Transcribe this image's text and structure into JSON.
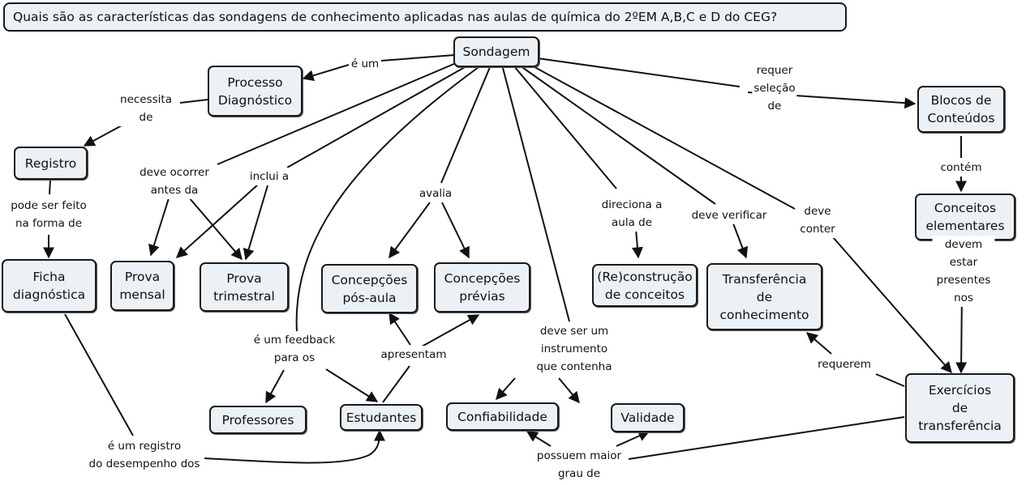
{
  "title": "Quais são as características das sondagens de conhecimento aplicadas nas aulas de química do 2ºEM A,B,C e D do CEG?",
  "nodes": {
    "sondagem": "Sondagem",
    "processo": "Processo\nDiagnóstico",
    "registro": "Registro",
    "ficha": "Ficha\ndiagnóstica",
    "prova_mensal": "Prova\nmensal",
    "prova_trimestral": "Prova\ntrimestral",
    "concepcoes_pos": "Concepções\npós-aula",
    "concepcoes_previas": "Concepções\nprévias",
    "reconstrucao": "(Re)construção\nde conceitos",
    "transferencia": "Transferência\nde\nconhecimento",
    "blocos": "Blocos de\nConteúdos",
    "conceitos": "Conceitos\nelementares",
    "exercicios": "Exercícios\nde\ntransferência",
    "professores": "Professores",
    "estudantes": "Estudantes",
    "confiabilidade": "Confiabilidade",
    "validade": "Validade"
  },
  "links": {
    "e_um": "é um",
    "necessita_de": "necessita\nde",
    "pode_ser_feito": "pode ser feito\nna forma de",
    "deve_ocorrer": "deve ocorrer\nantes da",
    "inclui_a": "inclui a",
    "avalia": "avalia",
    "direciona": "direciona a\naula de",
    "deve_verificar": "deve verificar",
    "deve_conter": "deve\nconter",
    "requer_selecao": "requer\nseleção\nde",
    "contem": "contém",
    "devem_estar": "devem\nestar presentes nos",
    "feedback": "é um feedback\npara os",
    "apresentam": "apresentam",
    "deve_ser_instrumento": "deve ser um\ninstrumento\nque contenha",
    "requerem": "requerem",
    "possuem": "possuem maior\ngrau de",
    "registro_desempenho": "é um registro\ndo desempenho dos"
  }
}
